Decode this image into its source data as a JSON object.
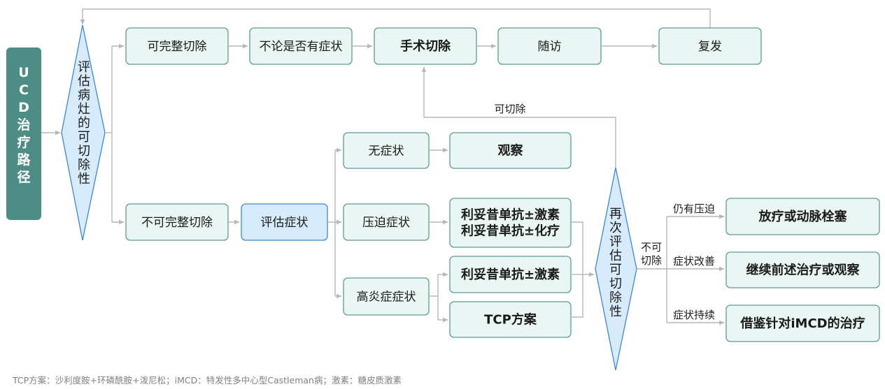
{
  "title": "UCD治疗路径",
  "colors": {
    "title_bg": "#4e8c86",
    "box_fill": "#e9f6f3",
    "box_stroke": "#5f9a93",
    "highlight_fill": "#d8ebfb",
    "highlight_stroke": "#3f86cf",
    "diamond_fill": "#d8ebfb",
    "diamond_stroke": "#3f86cf",
    "line": "#b7b7b7",
    "text": "#1a1a1a",
    "footnote": "#808080"
  },
  "diamond_assess": "评估病灶的可切除性",
  "diamond_reassess": "再次评估可切除性",
  "nodes": {
    "complete_resect": "可完整切除",
    "regardless_symptoms": "不论是否有症状",
    "surgery": "手术切除",
    "followup": "随访",
    "relapse": "复发",
    "incomplete_resect": "不可完整切除",
    "assess_symptoms": "评估症状",
    "asymptomatic": "无症状",
    "observe": "观察",
    "compression": "压迫症状",
    "tx_compression_1": "利妥昔单抗±激素",
    "tx_compression_2": "利妥昔单抗±化疗",
    "inflammatory": "高炎症症状",
    "tx_inflammatory": "利妥昔单抗±激素",
    "tcp": "TCP方案",
    "radiotherapy": "放疗或动脉栓塞",
    "continue_tx": "继续前述治疗或观察",
    "imcd_tx": "借鉴针对iMCD的治疗"
  },
  "edge_labels": {
    "resectable": "可切除",
    "not_resectable_1": "不可",
    "not_resectable_2": "切除",
    "still_compression": "仍有压迫",
    "improved": "症状改善",
    "persistent": "症状持续"
  },
  "footnote": "TCP方案：沙利度胺+环磷酰胺+泼尼松；iMCD：特发性多中心型Castleman病；激素：糖皮质激素"
}
